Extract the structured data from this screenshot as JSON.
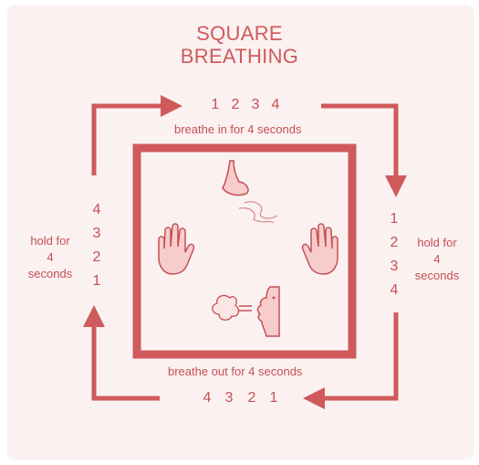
{
  "title": {
    "line1": "SQUARE",
    "line2": "BREATHING"
  },
  "top": {
    "numbers": [
      "1",
      "2",
      "3",
      "4"
    ],
    "label": "breathe in for 4 seconds"
  },
  "bottom": {
    "numbers": [
      "4",
      "3",
      "2",
      "1"
    ],
    "label": "breathe out for 4 seconds"
  },
  "left": {
    "numbers": [
      "4",
      "3",
      "2",
      "1"
    ],
    "label_lines": [
      "hold for",
      "4",
      "seconds"
    ]
  },
  "right": {
    "numbers": [
      "1",
      "2",
      "3",
      "4"
    ],
    "label_lines": [
      "hold for",
      "4",
      "seconds"
    ]
  },
  "colors": {
    "accent": "#cf5a5c",
    "fill": "#f6cccc",
    "background": "#fbf1f1"
  },
  "icons": [
    "arrow-right-icon",
    "arrow-down-icon",
    "arrow-left-icon",
    "arrow-up-icon",
    "nose-icon",
    "hand-icon",
    "exhale-face-icon"
  ]
}
